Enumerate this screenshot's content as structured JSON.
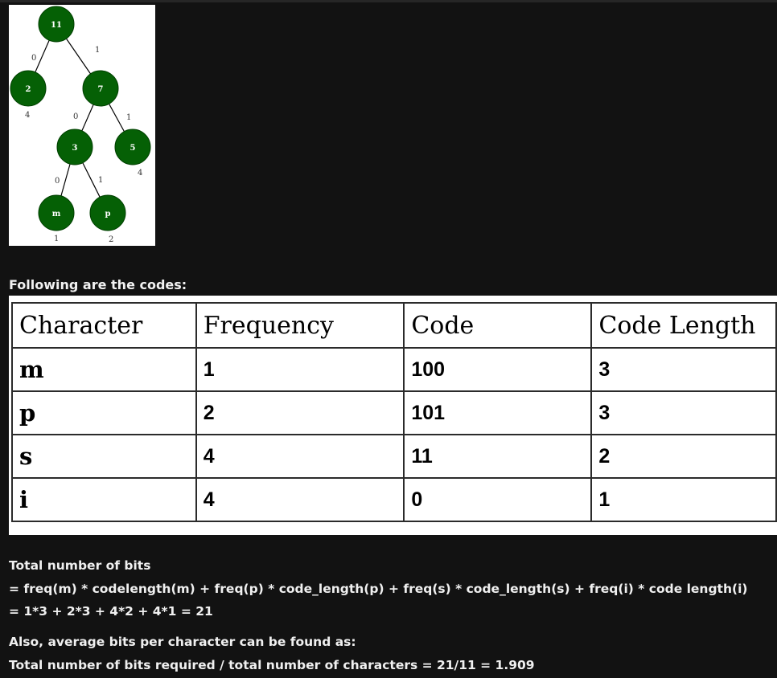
{
  "tree": {
    "nodes": [
      {
        "id": "root",
        "label": "11"
      },
      {
        "id": "n2",
        "label": "2"
      },
      {
        "id": "n7",
        "label": "7"
      },
      {
        "id": "n3",
        "label": "3"
      },
      {
        "id": "n5",
        "label": "5"
      },
      {
        "id": "nm",
        "label": "m"
      },
      {
        "id": "np",
        "label": "p"
      }
    ],
    "edge_labels": {
      "root_left": "0",
      "root_right": "1",
      "n7_left": "0",
      "n7_right": "1",
      "n3_left": "0",
      "n3_right": "1"
    },
    "leaf_freqs": {
      "n2": "4",
      "n5": "4",
      "nm": "1",
      "np": "2"
    },
    "node_color": "#056005"
  },
  "intro": "Following are the codes:",
  "table": {
    "headers": [
      "Character",
      "Frequency",
      "Code",
      "Code Length"
    ],
    "rows": [
      [
        "m",
        "1",
        "100",
        "3"
      ],
      [
        "p",
        "2",
        "101",
        "3"
      ],
      [
        "s",
        "4",
        "11",
        "2"
      ],
      [
        "i",
        "4",
        "0",
        "1"
      ]
    ]
  },
  "explanation": {
    "line1": "Total number of bits",
    "line2": "= freq(m) * codelength(m) + freq(p) * code_length(p) + freq(s) * code_length(s) + freq(i) * code length(i)",
    "line3": "= 1*3 + 2*3 + 4*2 + 4*1 = 21",
    "line4": "Also, average bits per character can be found as:",
    "line5": "Total number of bits required / total number of characters = 21/11 = 1.909"
  }
}
